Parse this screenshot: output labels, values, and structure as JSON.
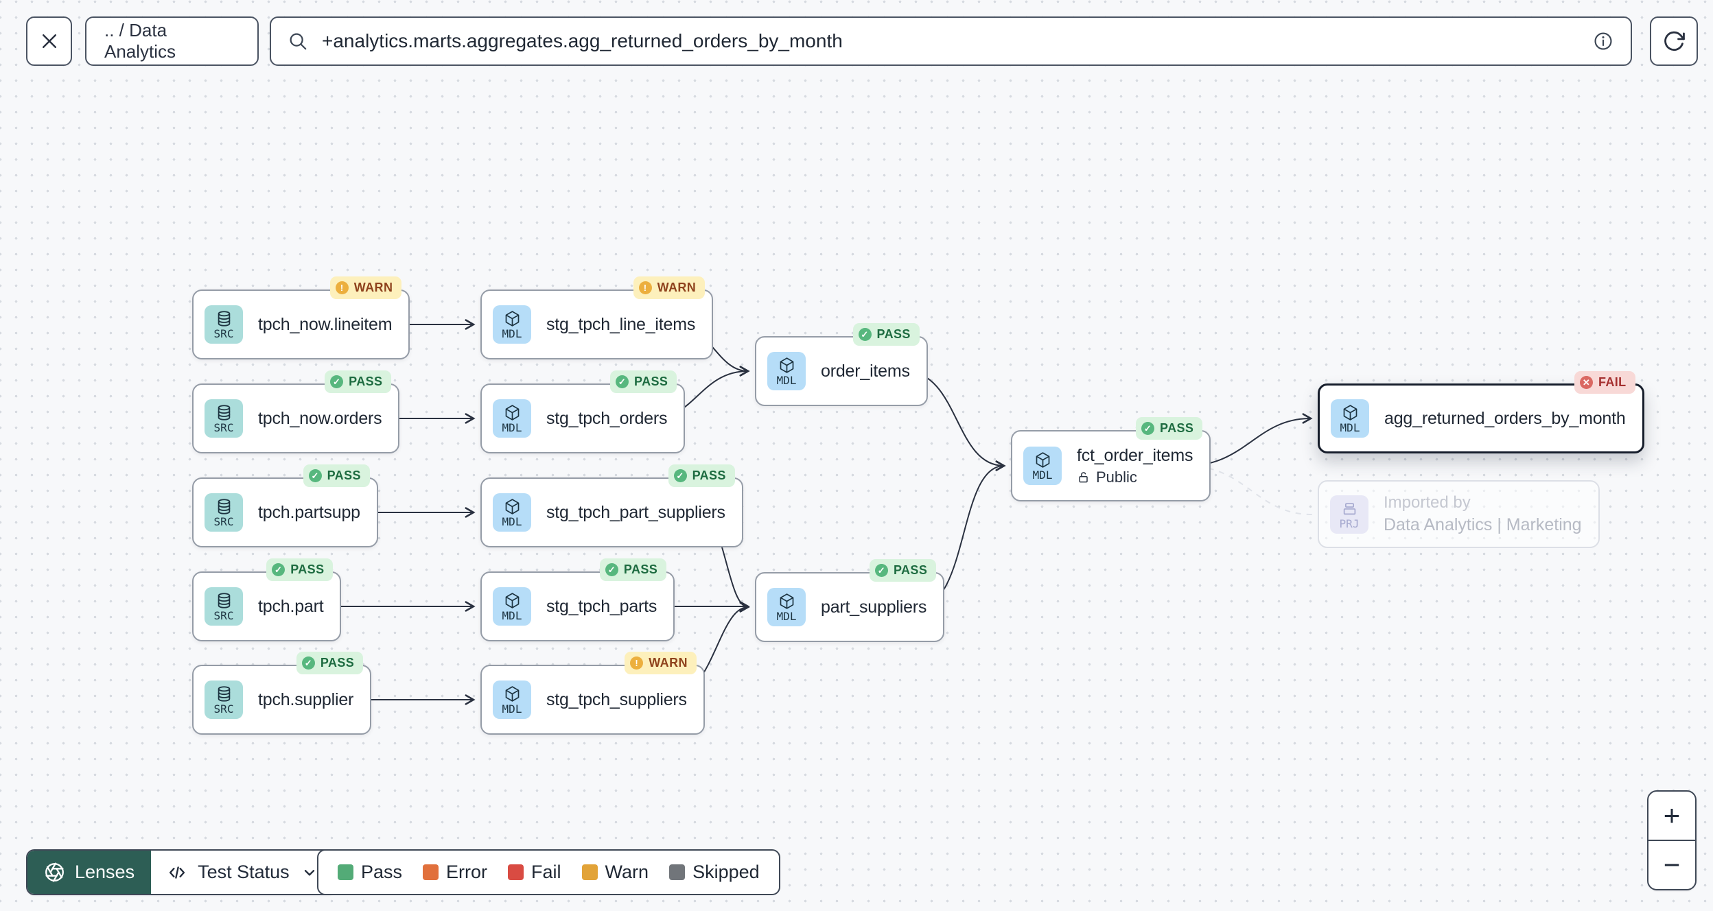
{
  "topbar": {
    "breadcrumb": ".. / Data Analytics",
    "search": {
      "value": "+analytics.marts.aggregates.agg_returned_orders_by_month"
    }
  },
  "badge_icons": {
    "PASS": "✓",
    "WARN": "!",
    "FAIL": "✕"
  },
  "nodes": [
    {
      "label": "tpch_now.lineitem",
      "kind": "SRC",
      "status": "WARN"
    },
    {
      "label": "tpch_now.orders",
      "kind": "SRC",
      "status": "PASS"
    },
    {
      "label": "tpch.partsupp",
      "kind": "SRC",
      "status": "PASS"
    },
    {
      "label": "tpch.part",
      "kind": "SRC",
      "status": "PASS"
    },
    {
      "label": "tpch.supplier",
      "kind": "SRC",
      "status": "PASS"
    },
    {
      "label": "stg_tpch_line_items",
      "kind": "MDL",
      "status": "WARN"
    },
    {
      "label": "stg_tpch_orders",
      "kind": "MDL",
      "status": "PASS"
    },
    {
      "label": "stg_tpch_part_suppliers",
      "kind": "MDL",
      "status": "PASS"
    },
    {
      "label": "stg_tpch_parts",
      "kind": "MDL",
      "status": "PASS"
    },
    {
      "label": "stg_tpch_suppliers",
      "kind": "MDL",
      "status": "WARN"
    },
    {
      "label": "order_items",
      "kind": "MDL",
      "status": "PASS"
    },
    {
      "label": "part_suppliers",
      "kind": "MDL",
      "status": "PASS"
    },
    {
      "label": "fct_order_items",
      "kind": "MDL",
      "status": "PASS",
      "access": "Public"
    },
    {
      "label": "agg_returned_orders_by_month",
      "kind": "MDL",
      "status": "FAIL"
    }
  ],
  "imported_node": {
    "kind": "PRJ",
    "title": "Imported by",
    "subtitle": "Data Analytics | Marketing"
  },
  "footer": {
    "lenses_label": "Lenses",
    "active_lens": "Test Status",
    "legend": [
      {
        "label": "Pass",
        "color": "#53ab77"
      },
      {
        "label": "Error",
        "color": "#e1703c"
      },
      {
        "label": "Fail",
        "color": "#d94b42"
      },
      {
        "label": "Warn",
        "color": "#e2a338"
      },
      {
        "label": "Skipped",
        "color": "#71757a"
      }
    ]
  },
  "zoom_controls": {
    "zoom_in": "+",
    "zoom_out": "−"
  },
  "colors": {
    "pass_badge_bg": "#d9f3de",
    "warn_badge_bg": "#fdf0bc",
    "fail_badge_bg": "#f8d9d7",
    "src_icon_bg": "#abdddb",
    "mdl_icon_bg": "#b6ddf8",
    "prj_icon_bg": "#e8e8f6",
    "lenses_button_bg": "#2d5e55",
    "selected_border": "#161d2b"
  }
}
